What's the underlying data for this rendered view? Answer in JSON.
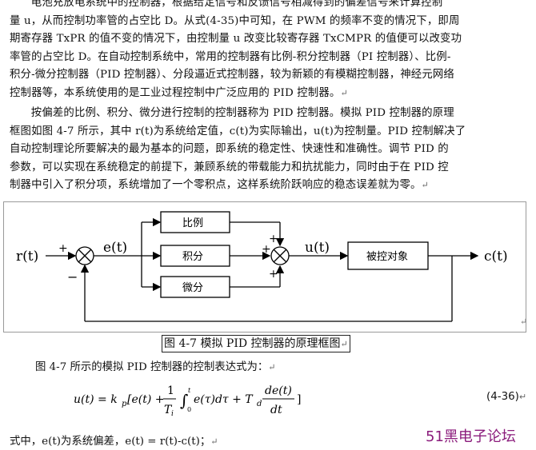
{
  "paragraph1": [
    "电池充放电系统中的控制器，根据给定信号和反馈信号相减得到的偏差信号来计算控制",
    "量 u，从而控制功率管的占空比 D。从式(4-35)中可知，在 PWM 的频率不变的情况下，即周",
    "期寄存器 TxPR 的值不变的情况下，由控制量 u 改变比较寄存器 TxCMPR 的值便可以改变功",
    "率管的占空比 D。在自动控制系统中，常用的控制器有比例-积分控制器（PI 控制器）、比例-",
    "积分-微分控制器（PID 控制器）、分段逼近式控制器，较为新颖的有模糊控制器，神经元网络",
    "控制器等，本系统使用的是工业过程控制中广泛应用的 PID 控制器。"
  ],
  "paragraph2": [
    "按偏差的比例、积分、微分进行控制的控制器称为 PID 控制器。模拟 PID 控制器的原理",
    "框图如图 4-7 所示，其中 r(t)为系统给定值，c(t)为实际输出，u(t)为控制量。PID 控制解决了",
    "自动控制理论所要解决的最为基本的问题，即系统的稳定性、快速性和准确性。调节 PID 的",
    "参数，可以实现在系统稳定的前提下，兼顾系统的带载能力和抗扰能力，同时由于在 PID 控",
    "制器中引入了积分项，系统增加了一个零积点，这样系统阶跃响应的稳态误差就为零。"
  ],
  "diagram": {
    "input": "r(t)",
    "error": "e(t)",
    "control": "u(t)",
    "output": "c(t)",
    "block_p": "比例",
    "block_i": "积分",
    "block_d": "微分",
    "plant": "被控对象",
    "plus": "+",
    "minus": "−"
  },
  "caption": "图 4-7 模拟 PID 控制器的原理框图",
  "equation_intro": "图 4-7 所示的模拟 PID 控制器的控制表达式为：",
  "equation_number": "(4-36)",
  "last_line": "式中，e(t)为系统偏差，e(t) = r(t)-c(t)；",
  "watermark": "51黑电子论坛",
  "paragraph_mark": "↵"
}
